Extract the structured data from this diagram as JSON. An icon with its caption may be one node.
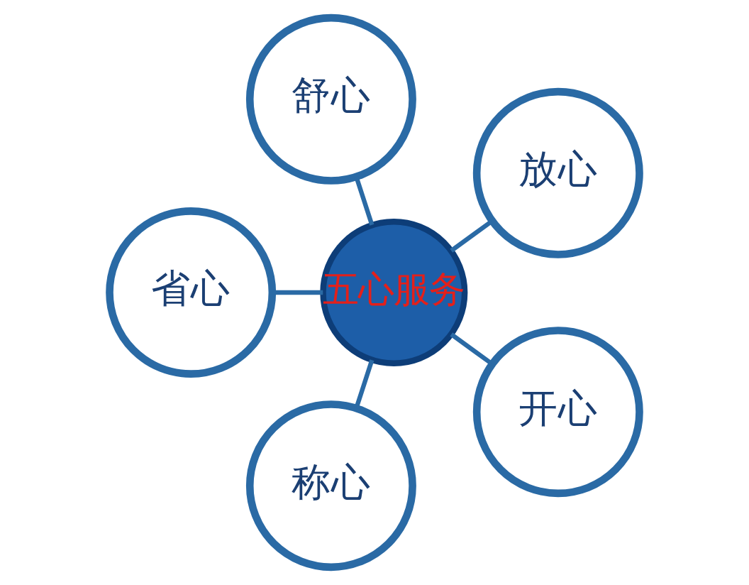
{
  "diagram": {
    "nodes": [
      {
        "text": [
          "五心服务"
        ]
      },
      {
        "text": [
          "放心"
        ]
      },
      {
        "text": [
          "舒心"
        ]
      },
      {
        "text": [
          "省心"
        ]
      },
      {
        "text": [
          "称心"
        ]
      },
      {
        "text": [
          "开心"
        ]
      }
    ],
    "edges": [
      {
        "from": 0,
        "to": 1,
        "arrow": "none"
      },
      {
        "from": 0,
        "to": 2,
        "arrow": "none"
      },
      {
        "from": 0,
        "to": 3,
        "arrow": "none"
      },
      {
        "from": 0,
        "to": 4,
        "arrow": "none"
      },
      {
        "from": 0,
        "to": 5,
        "arrow": "none"
      }
    ]
  }
}
